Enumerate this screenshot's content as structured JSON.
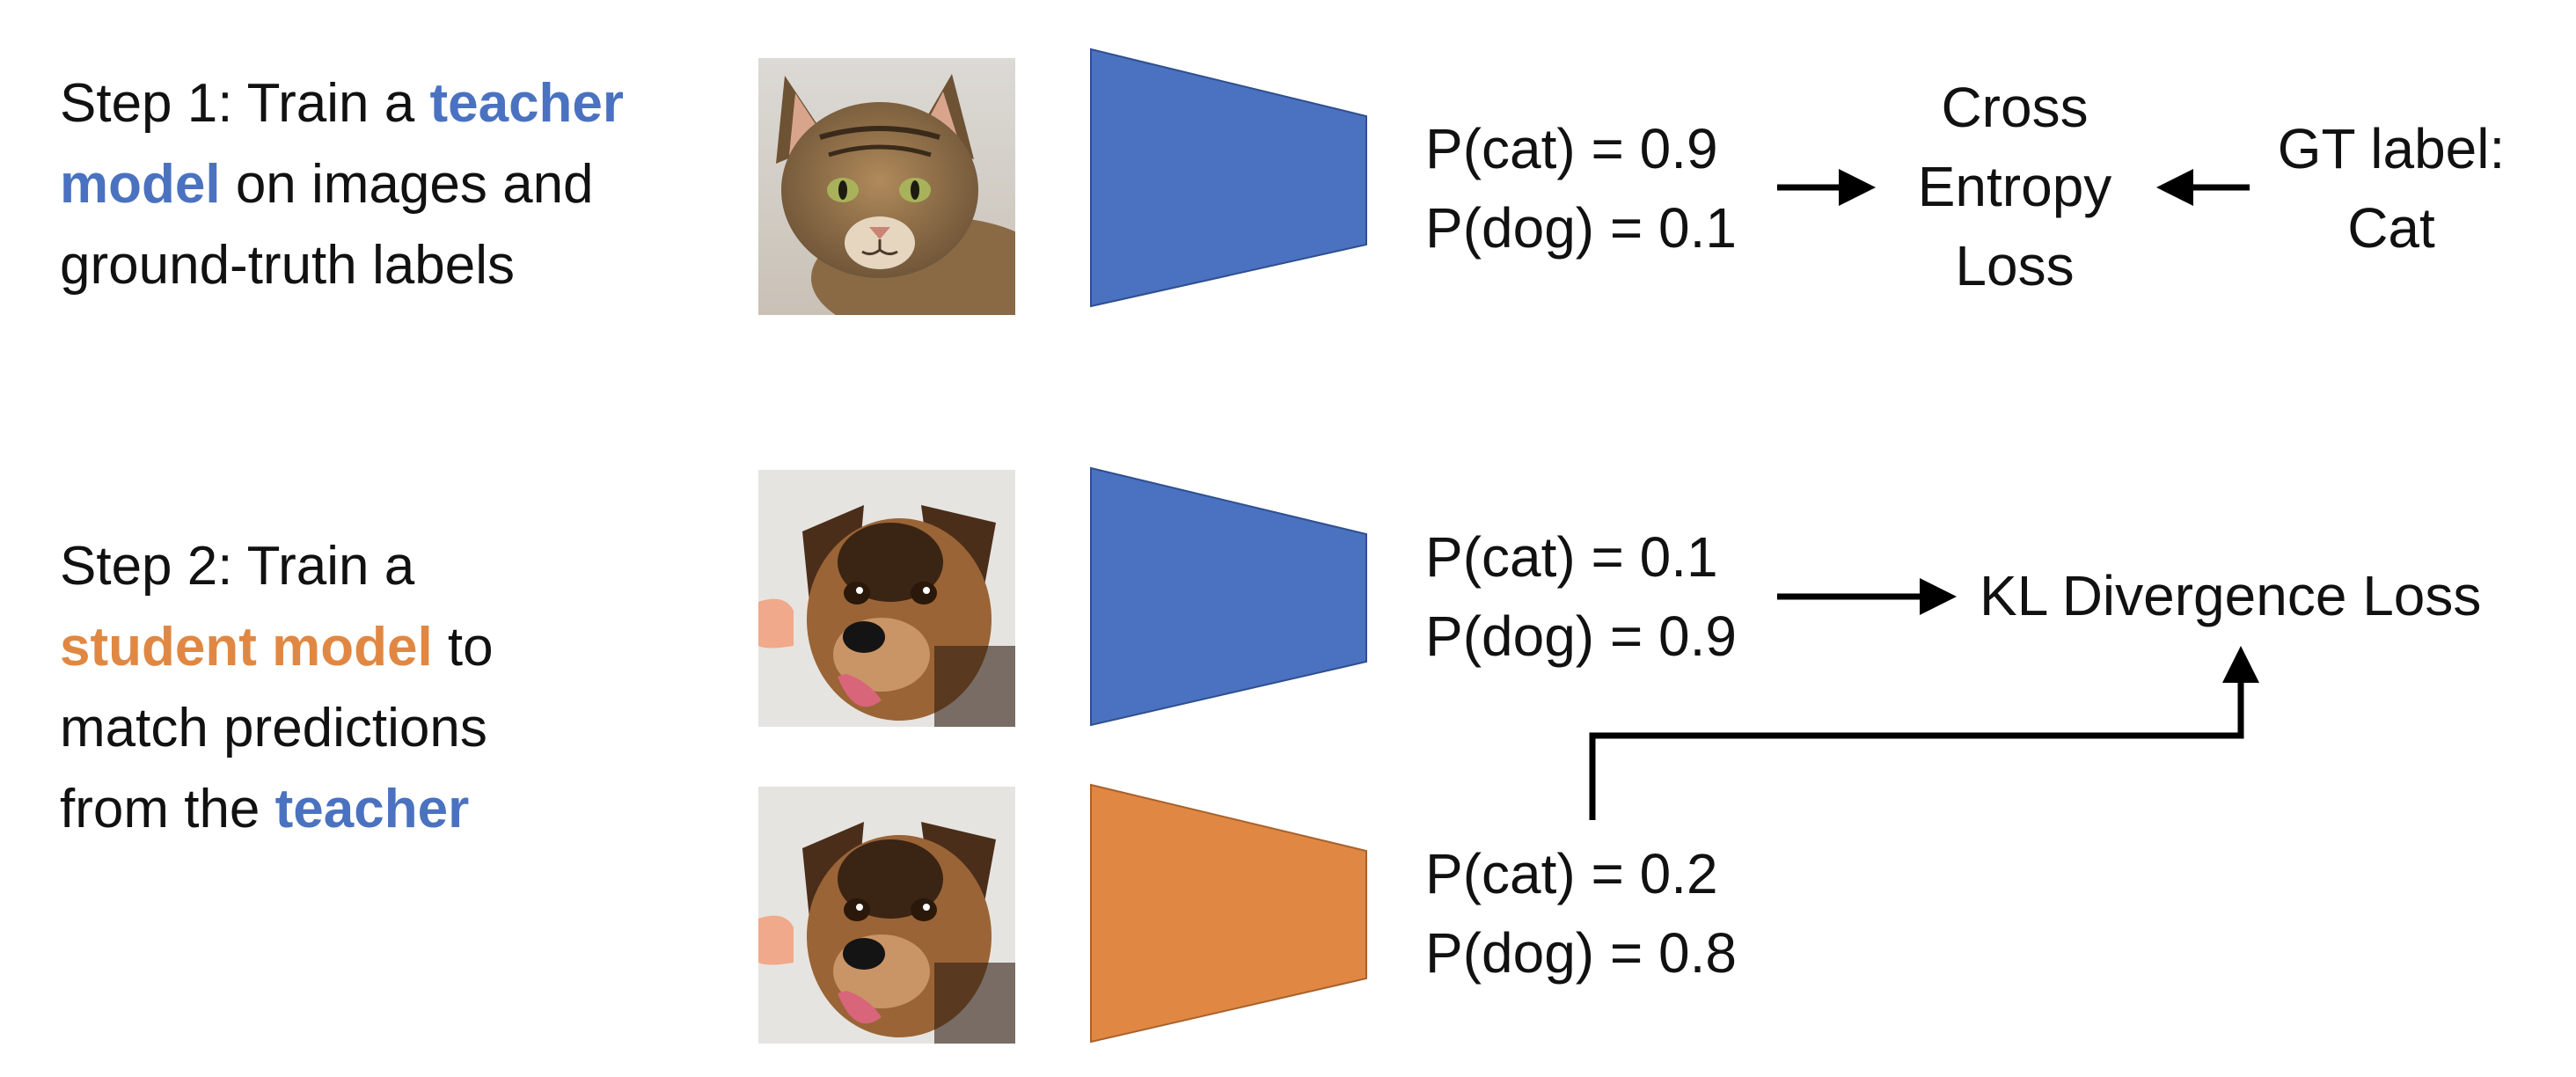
{
  "step1": {
    "prefix": "Step 1: Train a ",
    "highlight1": "teacher",
    "highlight2": "model",
    "suffix1": " on images and",
    "line3": "ground-truth labels"
  },
  "step2": {
    "line1": "Step 2: Train a",
    "highlight1": "student model",
    "suffix1": " to",
    "line3": "match predictions",
    "prefix4": "from the ",
    "highlight4": "teacher"
  },
  "teacher_row1": {
    "p_cat": "P(cat) = 0.9",
    "p_dog": "P(dog) = 0.1"
  },
  "teacher_row2": {
    "p_cat": "P(cat) = 0.1",
    "p_dog": "P(dog) = 0.9"
  },
  "student_row": {
    "p_cat": "P(cat) = 0.2",
    "p_dog": "P(dog) = 0.8"
  },
  "cross_entropy": {
    "line1": "Cross",
    "line2": "Entropy",
    "line3": "Loss"
  },
  "gt_label": {
    "line1": "GT label:",
    "line2": "Cat"
  },
  "kl_loss": "KL Divergence Loss",
  "colors": {
    "teacher": "#4a72c0",
    "student": "#e08843"
  },
  "icons": {
    "input1": "cat-photo",
    "input2": "dog-photo",
    "input3": "dog-photo"
  }
}
